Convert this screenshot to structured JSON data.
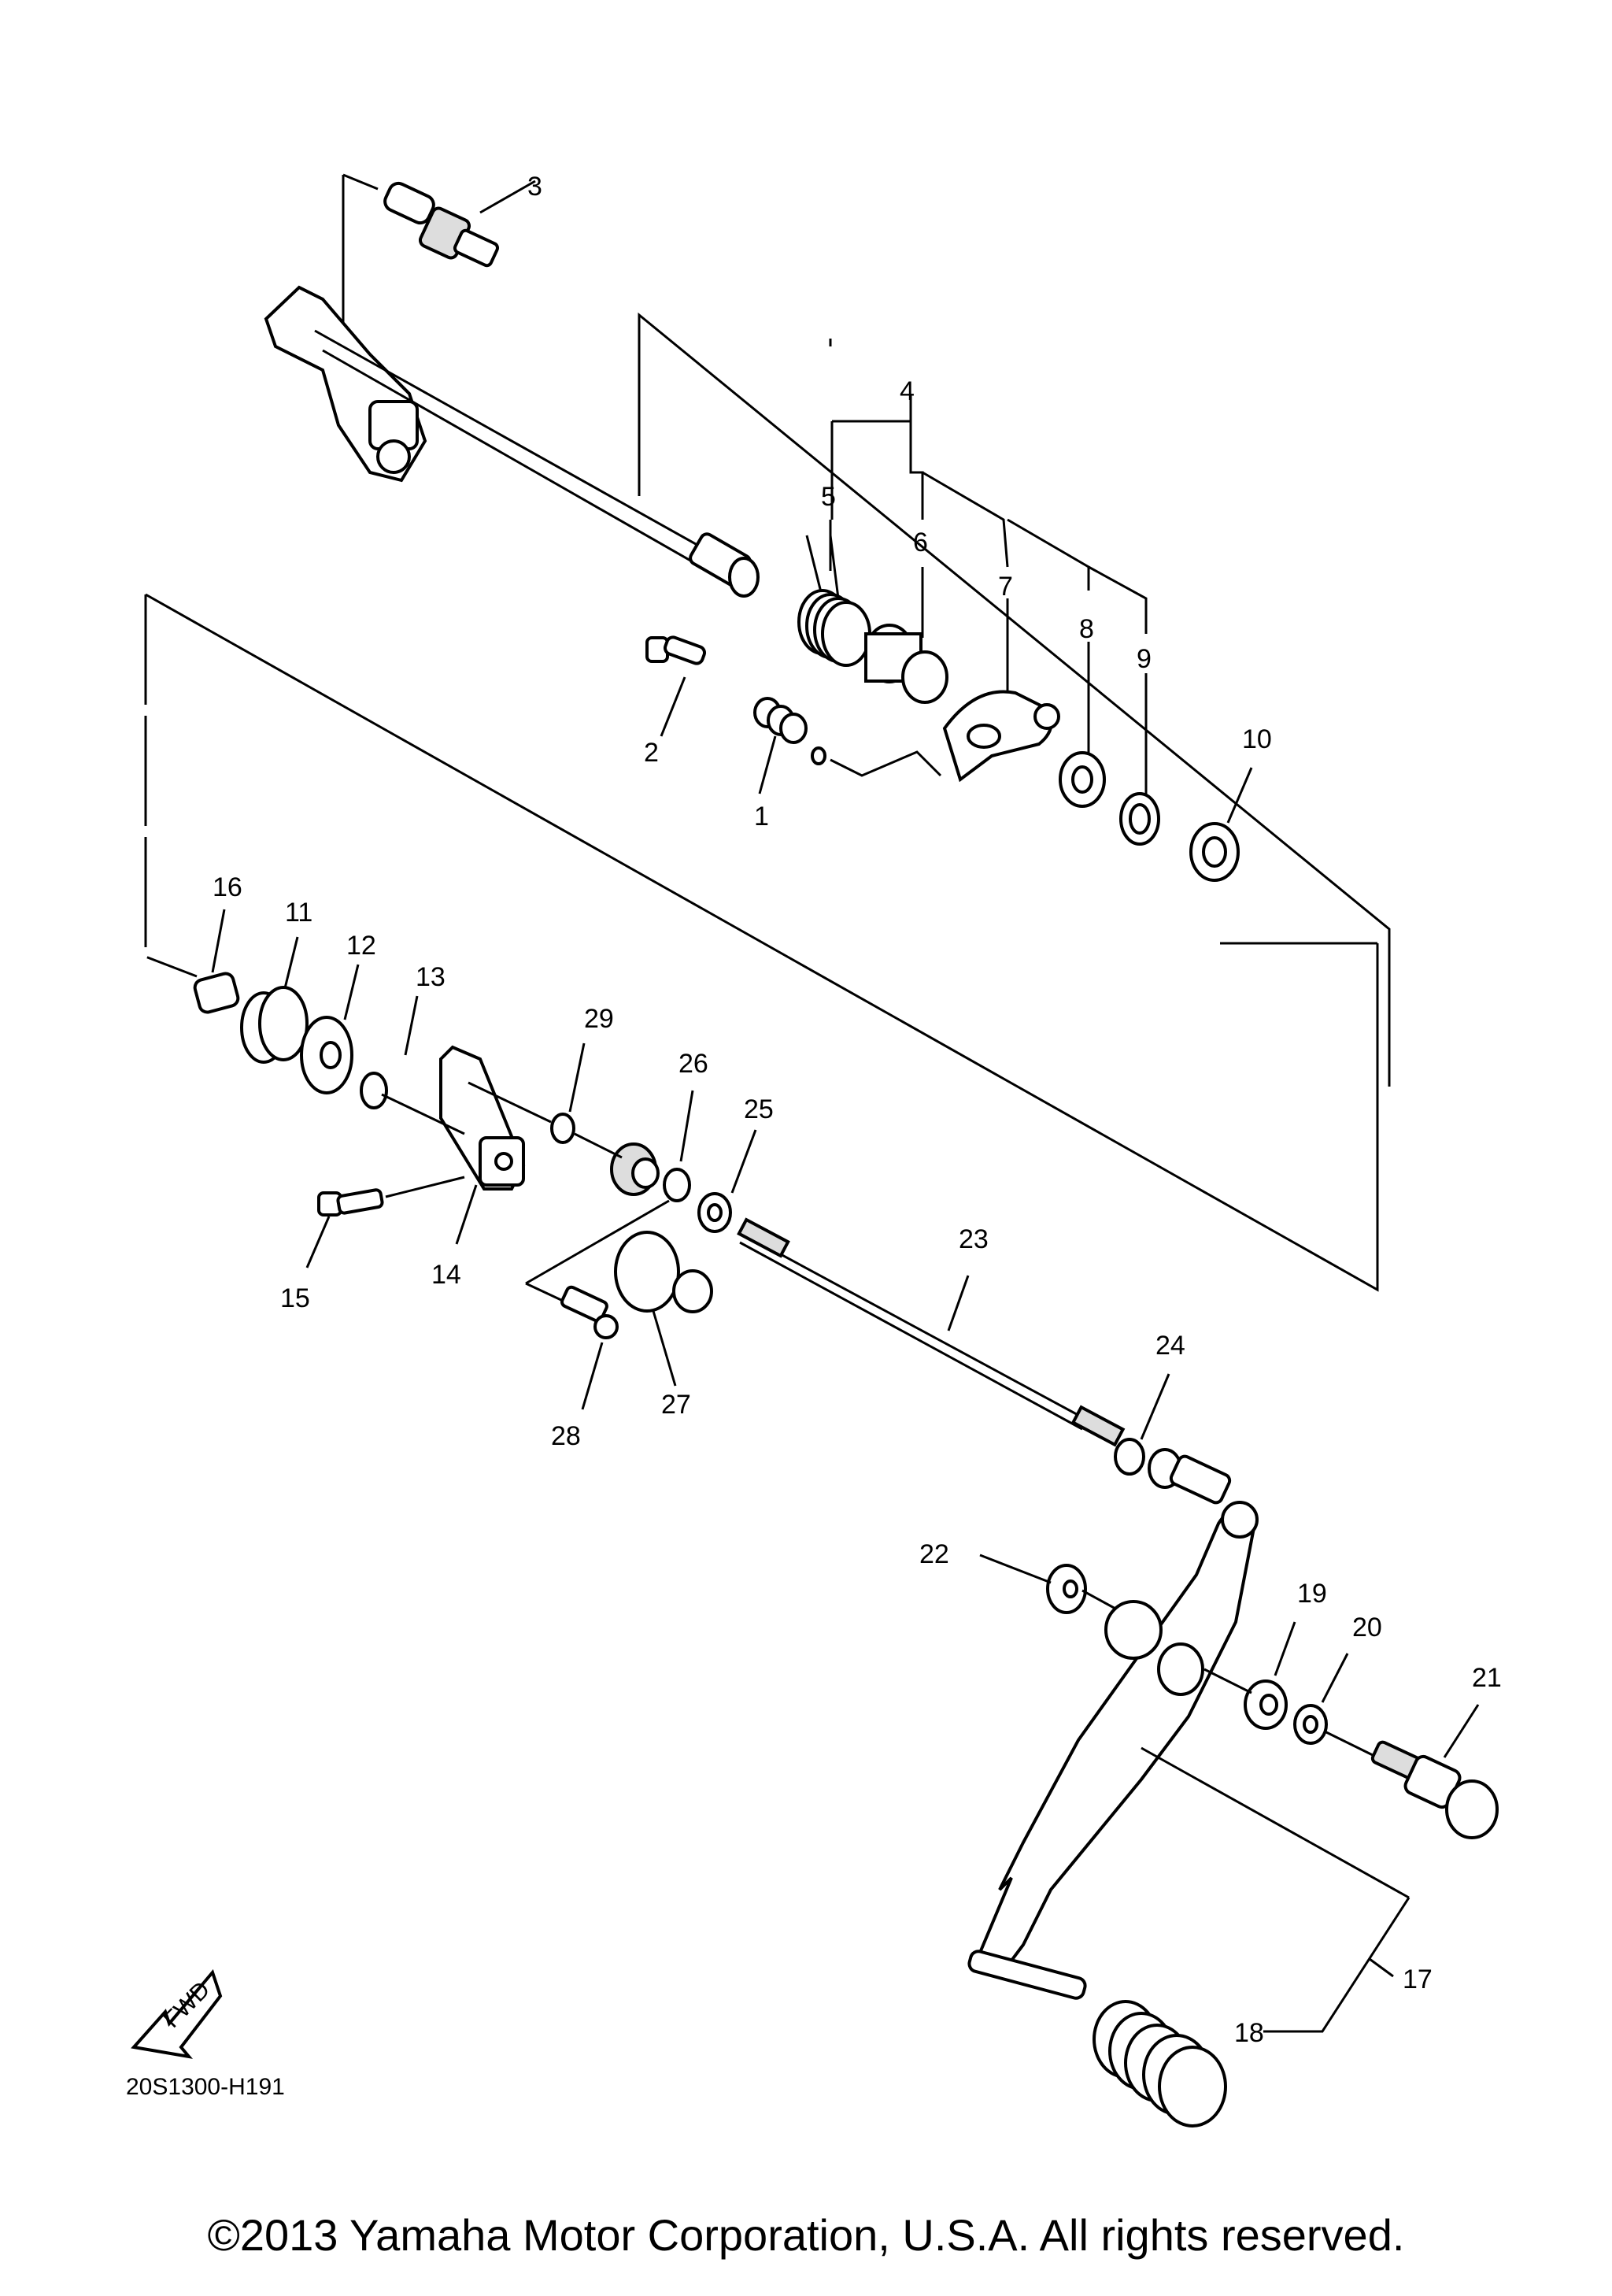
{
  "diagram": {
    "callouts": [
      {
        "id": "c1",
        "text": "1"
      },
      {
        "id": "c2",
        "text": "2"
      },
      {
        "id": "c3",
        "text": "3"
      },
      {
        "id": "c4",
        "text": "4"
      },
      {
        "id": "c5",
        "text": "5"
      },
      {
        "id": "c6",
        "text": "6"
      },
      {
        "id": "c7",
        "text": "7"
      },
      {
        "id": "c8",
        "text": "8"
      },
      {
        "id": "c9",
        "text": "9"
      },
      {
        "id": "c10",
        "text": "10"
      },
      {
        "id": "c11",
        "text": "11"
      },
      {
        "id": "c12",
        "text": "12"
      },
      {
        "id": "c13",
        "text": "13"
      },
      {
        "id": "c14",
        "text": "14"
      },
      {
        "id": "c15",
        "text": "15"
      },
      {
        "id": "c16",
        "text": "16"
      },
      {
        "id": "c17",
        "text": "17"
      },
      {
        "id": "c18",
        "text": "18"
      },
      {
        "id": "c19",
        "text": "19"
      },
      {
        "id": "c20",
        "text": "20"
      },
      {
        "id": "c21",
        "text": "21"
      },
      {
        "id": "c22",
        "text": "22"
      },
      {
        "id": "c23",
        "text": "23"
      },
      {
        "id": "c24",
        "text": "24"
      },
      {
        "id": "c25",
        "text": "25"
      },
      {
        "id": "c26",
        "text": "26"
      },
      {
        "id": "c27",
        "text": "27"
      },
      {
        "id": "c28",
        "text": "28"
      },
      {
        "id": "c29",
        "text": "29"
      }
    ],
    "fwd_label": "FWD",
    "drawing_code": "20S1300-H191"
  },
  "footer": {
    "copyright": "©2013 Yamaha Motor Corporation, U.S.A. All rights reserved."
  }
}
